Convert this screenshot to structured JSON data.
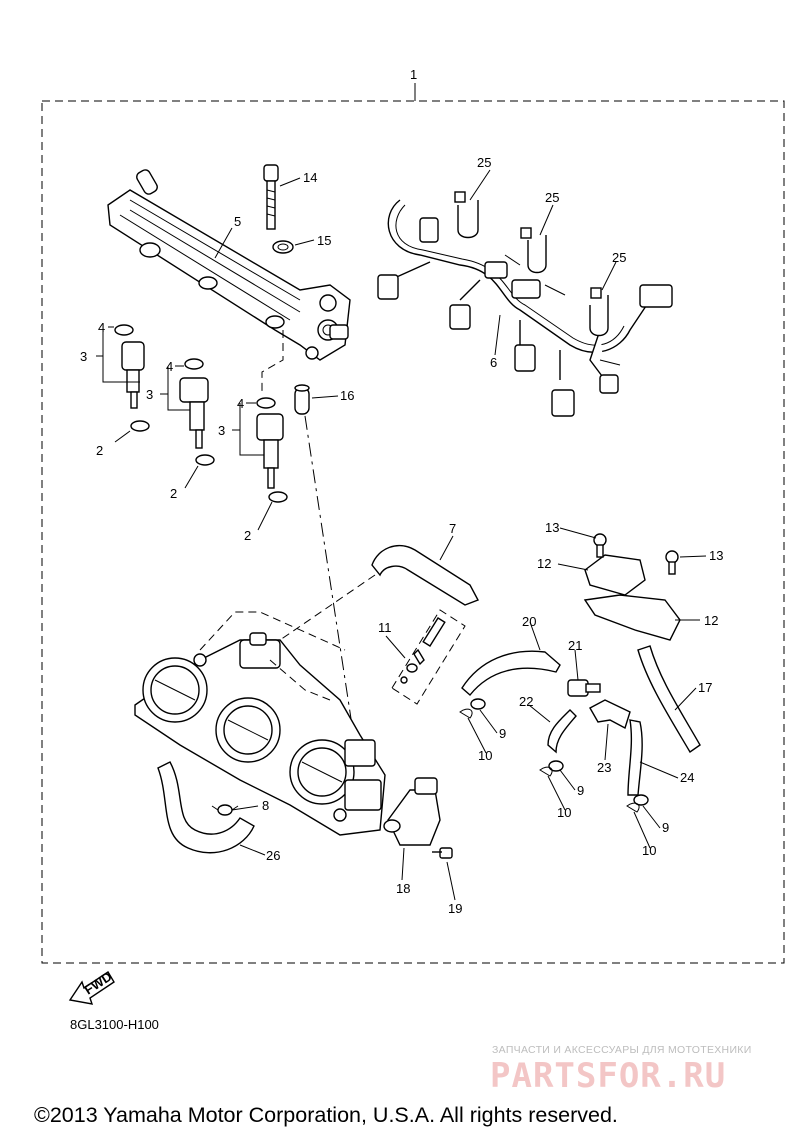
{
  "diagram": {
    "drawing_code": "8GL3100-H100",
    "copyright": "©2013 Yamaha Motor Corporation, U.S.A. All rights reserved.",
    "fwd_label": "FWD",
    "watermark": {
      "caption": "ЗАПЧАСТИ И АКСЕССУАРЫ ДЛЯ МОТОТЕХНИКИ",
      "logo_text": "PARTSFOR.RU"
    },
    "callouts": {
      "c1": "1",
      "c2a": "2",
      "c2b": "2",
      "c2c": "2",
      "c3a": "3",
      "c3b": "3",
      "c3c": "3",
      "c4a": "4",
      "c4b": "4",
      "c4c": "4",
      "c5": "5",
      "c6": "6",
      "c7": "7",
      "c8": "8",
      "c9a": "9",
      "c9b": "9",
      "c9c": "9",
      "c10a": "10",
      "c10b": "10",
      "c10c": "10",
      "c11": "11",
      "c12a": "12",
      "c12b": "12",
      "c13a": "13",
      "c13b": "13",
      "c14": "14",
      "c15": "15",
      "c16": "16",
      "c17": "17",
      "c18": "18",
      "c19": "19",
      "c20": "20",
      "c21": "21",
      "c22": "22",
      "c23": "23",
      "c24": "24",
      "c25a": "25",
      "c25b": "25",
      "c25c": "25",
      "c26": "26"
    }
  }
}
